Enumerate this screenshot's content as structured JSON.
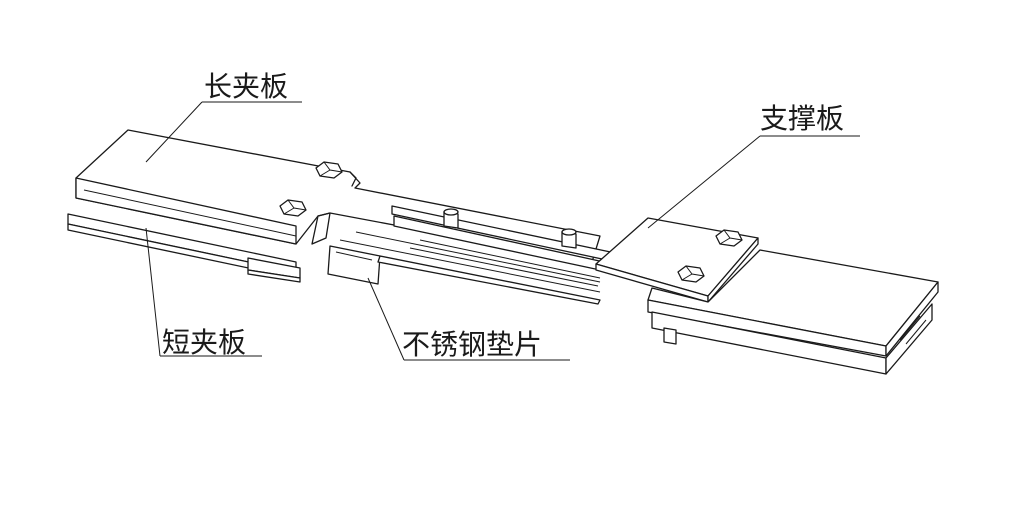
{
  "labels": {
    "long_clamp_plate": "长夹板",
    "support_plate": "支撑板",
    "short_clamp_plate": "短夹板",
    "stainless_steel_shim": "不锈钢垫片"
  }
}
